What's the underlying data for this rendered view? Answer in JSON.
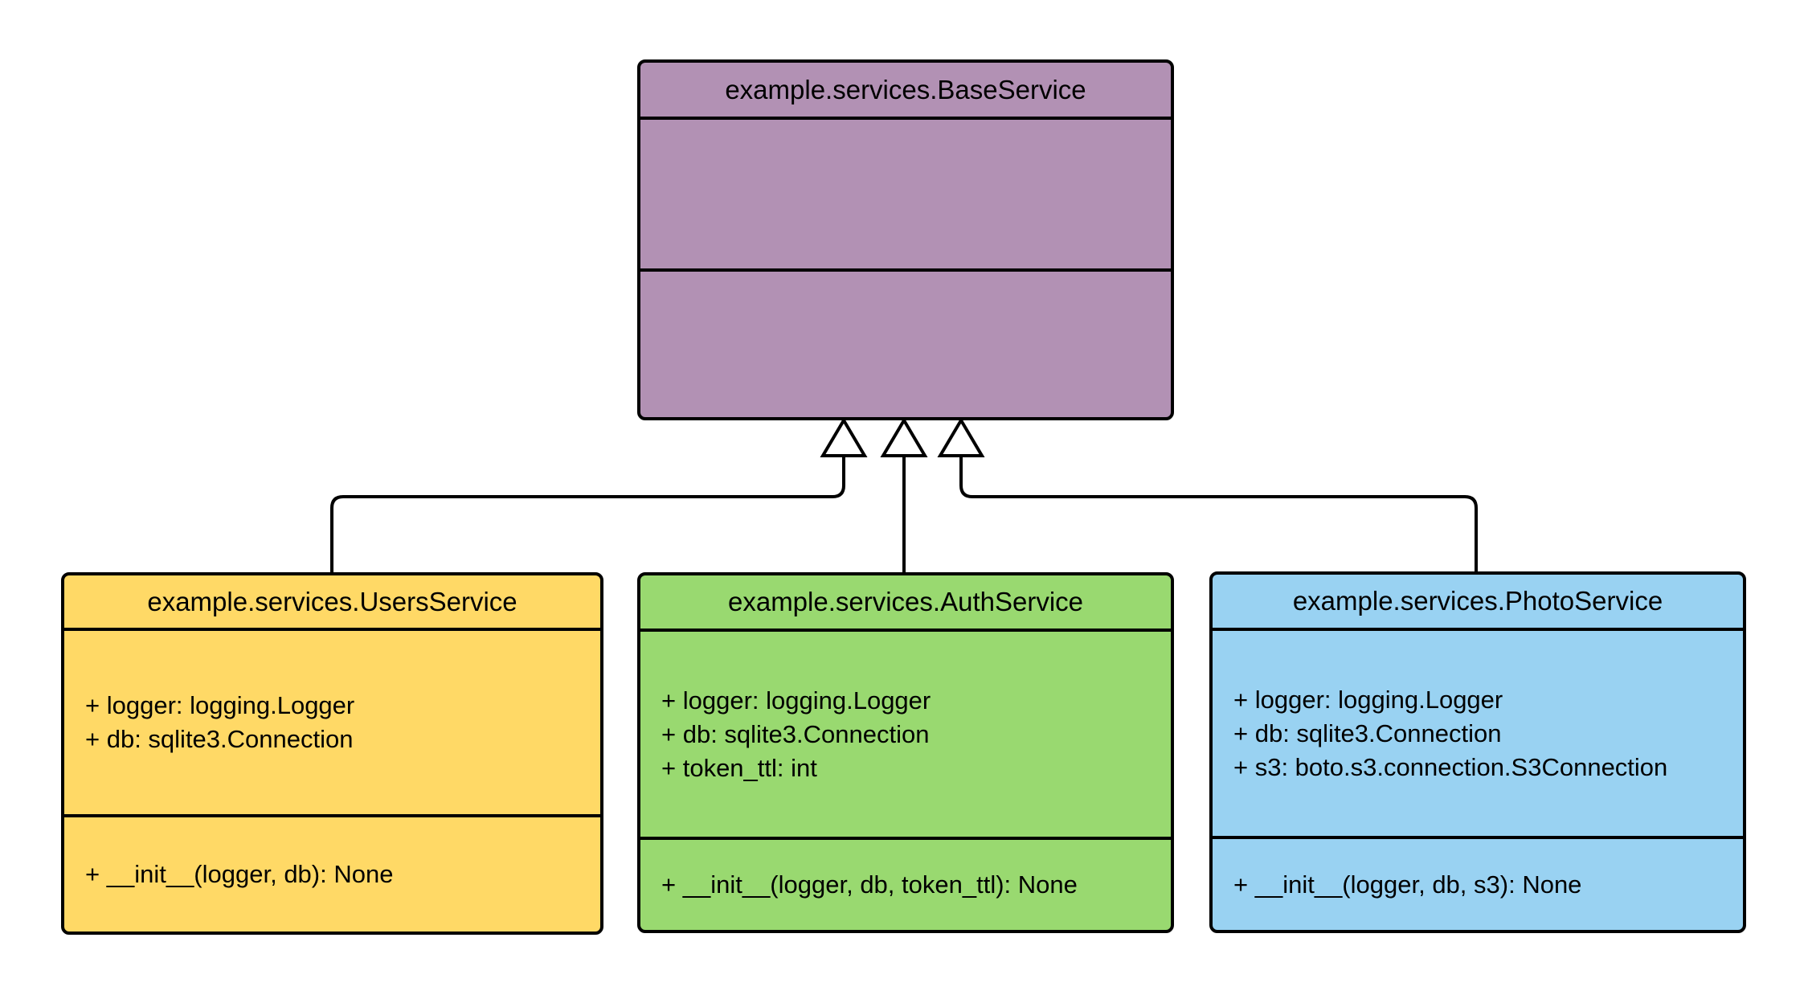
{
  "diagram": {
    "type": "uml-class-diagram",
    "background_color": "#ffffff",
    "stroke_color": "#000000",
    "classes": [
      {
        "id": "base",
        "title": "example.services.BaseService",
        "fill_color": "#b291b4",
        "attributes": [],
        "methods": []
      },
      {
        "id": "users",
        "title": "example.services.UsersService",
        "fill_color": "#ffd966",
        "attributes": [
          "+ logger: logging.Logger",
          "+ db: sqlite3.Connection"
        ],
        "methods": [
          "+ __init__(logger, db): None"
        ]
      },
      {
        "id": "auth",
        "title": "example.services.AuthService",
        "fill_color": "#99d970",
        "attributes": [
          "+ logger: logging.Logger",
          "+ db: sqlite3.Connection",
          "+ token_ttl: int"
        ],
        "methods": [
          "+ __init__(logger, db, token_ttl): None"
        ]
      },
      {
        "id": "photo",
        "title": "example.services.PhotoService",
        "fill_color": "#99d2f2",
        "attributes": [
          "+ logger: logging.Logger",
          "+ db: sqlite3.Connection",
          "+ s3: boto.s3.connection.S3Connection"
        ],
        "methods": [
          "+ __init__(logger, db, s3): None"
        ]
      }
    ],
    "relationships": [
      {
        "from": "users",
        "to": "base",
        "type": "inheritance"
      },
      {
        "from": "auth",
        "to": "base",
        "type": "inheritance"
      },
      {
        "from": "photo",
        "to": "base",
        "type": "inheritance"
      }
    ]
  }
}
